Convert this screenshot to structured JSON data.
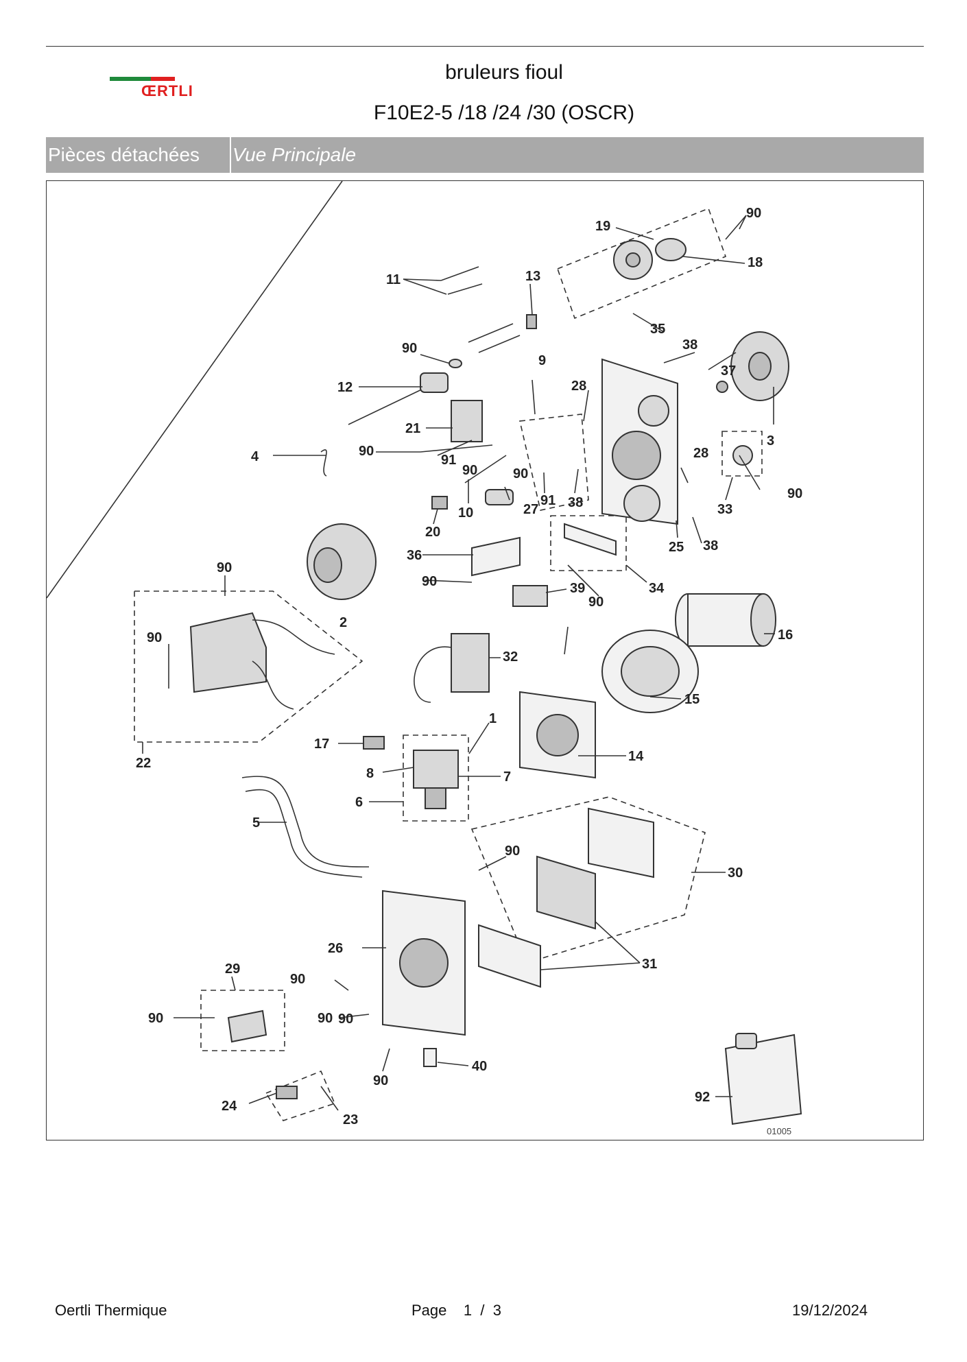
{
  "logo": {
    "text": "ŒRTLI",
    "colors": {
      "green": "#1f8a3b",
      "red": "#e02020"
    }
  },
  "header": {
    "title": "bruleurs fioul",
    "model": "F10E2-5 /18 /24 /30 (OSCR)"
  },
  "tabs": {
    "parts_label": "Pièces détachées",
    "view_label": "Vue Principale"
  },
  "diagram": {
    "labels": [
      "90",
      "19",
      "18",
      "11",
      "13",
      "35",
      "38",
      "37",
      "90",
      "12",
      "21",
      "9",
      "28",
      "3",
      "4",
      "90",
      "91",
      "90",
      "28",
      "90",
      "10",
      "27",
      "91",
      "38",
      "33",
      "20",
      "25",
      "38",
      "36",
      "90",
      "39",
      "34",
      "90",
      "2",
      "90",
      "22",
      "90",
      "32",
      "16",
      "15",
      "1",
      "17",
      "14",
      "8",
      "7",
      "6",
      "5",
      "90",
      "30",
      "26",
      "31",
      "29",
      "90",
      "90",
      "90",
      "90",
      "40",
      "24",
      "23",
      "92",
      "90",
      "90"
    ],
    "drawing_number": "01005"
  },
  "footer": {
    "company": "Oertli Thermique",
    "page_label": "Page",
    "page_current": "1",
    "page_sep": "/",
    "page_total": "3",
    "date": "19/12/2024"
  }
}
